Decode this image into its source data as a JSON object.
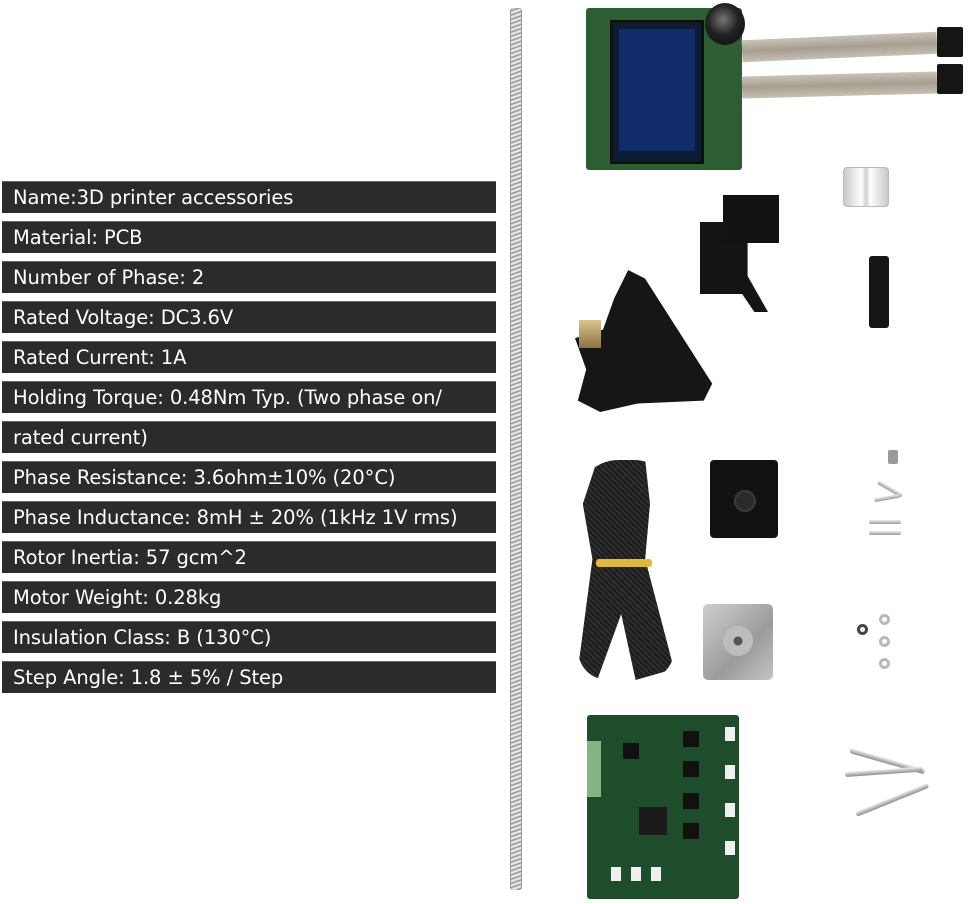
{
  "specs": {
    "rows": [
      "Name:3D printer accessories",
      "Material: PCB",
      "Number of Phase: 2",
      "Rated Voltage: DC3.6V",
      "Rated Current: 1A",
      "Holding Torque: 0.48Nm Typ. (Two phase on/",
      "rated current)",
      "Phase Resistance: 3.6ohm±10% (20°C)",
      "Phase Inductance: 8mH ± 20% (1kHz 1V rms)",
      "Rotor Inertia: 57 gcm^2",
      "Motor Weight: 0.28kg",
      "Insulation Class: B (130°C)",
      "Step Angle: 1.8 ± 5% / Step"
    ]
  },
  "colors": {
    "row_bg": "#2b2b2b",
    "row_text": "#ffffff",
    "page_bg": "#ffffff"
  },
  "parts": [
    "lead-screw-rod",
    "lcd-display-board",
    "shaft-coupler",
    "z-axis-bracket",
    "extruder-triangle-plate",
    "belt-clamp",
    "braided-cable",
    "extruder-cover",
    "screw-set",
    "stepper-motor",
    "washers",
    "mainboard",
    "long-screws"
  ]
}
